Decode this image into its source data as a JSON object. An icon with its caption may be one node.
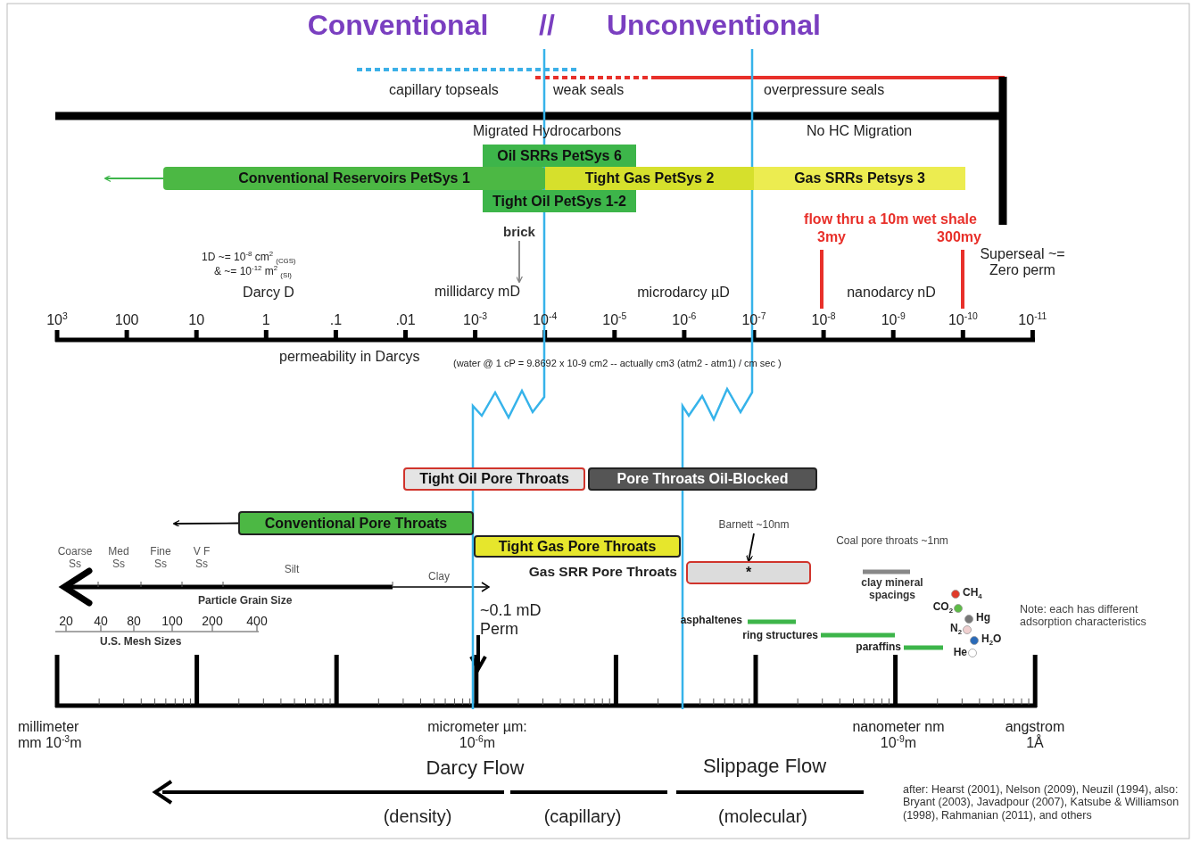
{
  "diagram": {
    "nodes": [
      {
        "text": [
          "Oil SRRs PetSys 6"
        ]
      },
      {
        "text": [
          "Conventional Reservoirs PetSys 1"
        ]
      },
      {
        "text": [
          "Tight Gas PetSys 2"
        ]
      },
      {
        "text": [
          "Gas SRRs Petsys 3"
        ]
      },
      {
        "text": [
          "Tight Oil PetSys 1-2"
        ]
      },
      {
        "text": [
          "brick"
        ]
      },
      {
        "text": [
          "Tight Oil Pore Throats"
        ]
      },
      {
        "text": [
          "Pore Throats Oil-Blocked"
        ]
      },
      {
        "text": [
          "Conventional Pore Throats"
        ]
      },
      {
        "text": [
          "Tight Gas Pore Throats"
        ]
      },
      {
        "text": [
          "Barnett ~10nm"
        ]
      },
      {
        "text": [
          "*"
        ],
        "beside": [
          "Gas SRR Pore Throats"
        ]
      },
      {
        "text": [
          "millidarcy mD"
        ]
      }
    ],
    "edges": [
      {
        "from": 1,
        "to": null,
        "arrow": "to",
        "color": "#3db54a"
      },
      {
        "from": 5,
        "to": 12,
        "arrow": "to",
        "color": "#808080"
      },
      {
        "from": 8,
        "to": null,
        "arrow": "to"
      },
      {
        "from": 10,
        "to": 11,
        "arrow": "to"
      }
    ],
    "labels": [
      "Conventional",
      "//",
      "Unconventional",
      "capillary topseals",
      "weak seals",
      "overpressure seals",
      "Migrated Hydrocarbons",
      "No HC Migration",
      "flow thru a 10m wet shale",
      "3my",
      "300my",
      "Superseal ~= Zero perm",
      "1D ~= 10$^{-8}$ cm$^{2}$ $_{(CGS)}$",
      "& ~= 10$^{-12}$ m$^{2}$ $_{(SI)}$",
      "Darcy D",
      "microdarcy µD",
      "nanodarcy nD",
      "10$^{3}$",
      "100",
      "10",
      "1",
      ".1",
      ".01",
      "10$^{-3}$",
      "10$^{-4}$",
      "10$^{-5}$",
      "10$^{-6}$",
      "10$^{-7}$",
      "10$^{-8}$",
      "10$^{-9}$",
      "10$^{-10}$",
      "10$^{-11}$",
      "permeability in Darcys",
      "(water @ 1 cP = 9.8692 x 10-9 cm2 -- actually cm3 (atm2 - atm1) / cm sec )",
      "Coarse Ss",
      "Med Ss",
      "Fine Ss",
      "V F Ss",
      "Silt",
      "Clay",
      "Particle Grain Size",
      "20",
      "40",
      "80",
      "100",
      "200",
      "400",
      "U.S. Mesh Sizes",
      "Coal pore throats ~1nm",
      "clay mineral spacings",
      "asphaltenes",
      "ring structures",
      "paraffins",
      "CH$_{4}$",
      "CO$_{2}$",
      "Hg",
      "N$_{2}$",
      "H$_{2}$O",
      "He",
      "Note: each has different adsorption characteristics",
      "millimeter mm 10$^{-3}$m",
      "micrometer µm: 10$^{-6}$m",
      "nanometer nm 10$^{-9}$m",
      "angstrom 1Å",
      "Darcy Flow",
      "Slippage Flow",
      "(density)",
      "(capillary)",
      "(molecular)",
      "after: Hearst (2001), Nelson (2009), Neuzil (1994), also: Bryant (2003), Javadpour (2007), Katsube & Williamson (1998), Rahmanian (2011), and others",
      "~0.1 mD Perm"
    ]
  }
}
